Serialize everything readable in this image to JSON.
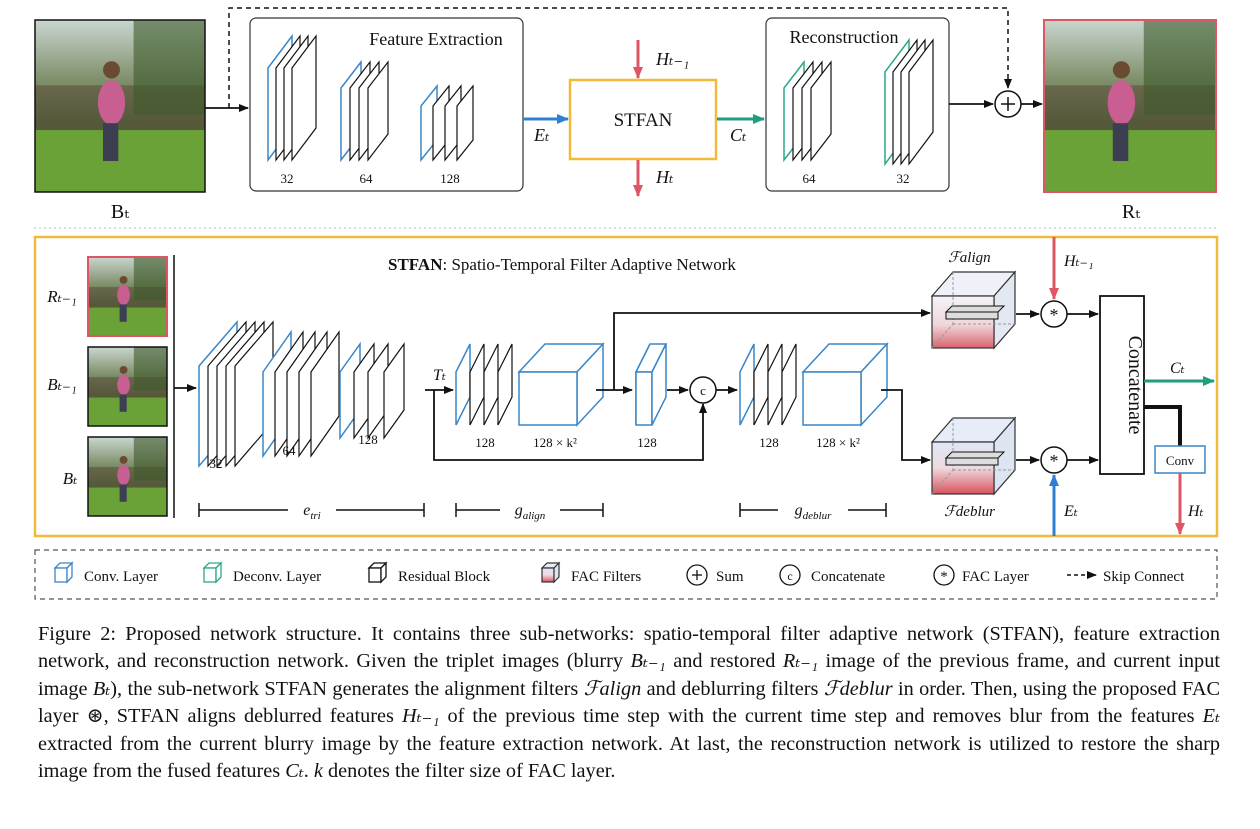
{
  "top": {
    "input_label": "Bₜ",
    "output_label": "Rₜ",
    "feature_extraction": {
      "title": "Feature Extraction",
      "channels": [
        "32",
        "64",
        "128"
      ]
    },
    "reconstruction": {
      "title": "Reconstruction",
      "channels": [
        "64",
        "32"
      ]
    },
    "stfan_box": "STFAN",
    "h_prev": "Hₜ₋₁",
    "h_t": "Hₜ",
    "e_t": "Eₜ",
    "c_t": "Cₜ"
  },
  "stfan": {
    "title_bold": "STFAN",
    "title_rest": ": Spatio-Temporal Filter Adaptive Network",
    "inputs": [
      "Rₜ₋₁",
      "Bₜ₋₁",
      "Bₜ"
    ],
    "channels": {
      "etri_1": "32",
      "etri_2": "64",
      "etri_3": "128",
      "align_1": "128",
      "align_2": "128 × k²",
      "mid": "128",
      "deblur_1": "128",
      "deblur_2": "128 × k²"
    },
    "t_t": "Tₜ",
    "f_align": "ℱalign",
    "f_deblur": "ℱdeblur",
    "h_prev": "Hₜ₋₁",
    "e_t": "Eₜ",
    "c_t": "Cₜ",
    "h_t": "Hₜ",
    "concatenate": "Concatenate",
    "conv": "Conv",
    "ranges": [
      "e_tri",
      "g_align",
      "g_deblur"
    ]
  },
  "legend": [
    {
      "icon": "conv-layer-icon",
      "label": "Conv. Layer"
    },
    {
      "icon": "deconv-layer-icon",
      "label": "Deconv. Layer"
    },
    {
      "icon": "residual-block-icon",
      "label": "Residual Block"
    },
    {
      "icon": "fac-filters-icon",
      "label": "FAC Filters"
    },
    {
      "icon": "sum-icon",
      "label": "Sum"
    },
    {
      "icon": "concatenate-icon",
      "label": "Concatenate"
    },
    {
      "icon": "fac-layer-icon",
      "label": "FAC Layer"
    },
    {
      "icon": "skip-connect-icon",
      "label": "Skip Connect"
    }
  ],
  "colors": {
    "conv": "#3a86c8",
    "deconv": "#2aa88a",
    "red": "#e05565",
    "yellow": "#f2b93b",
    "blue": "#2f7fd0",
    "teal": "#1f9e7e"
  },
  "caption": {
    "p1": "Figure 2: Proposed network structure. It contains three sub-networks: spatio-temporal filter adaptive network (STFAN), feature extraction network, and reconstruction network. Given the triplet images (blurry ",
    "m1": "Bₜ₋₁",
    "p2": " and restored ",
    "m2": "Rₜ₋₁",
    "p3": " image of the previous frame, and current input image ",
    "m3": "Bₜ",
    "p4": "), the sub-network STFAN generates the alignment filters ",
    "m4": "ℱalign",
    "p5": " and deblurring filters ",
    "m5": "ℱdeblur",
    "p6": " in order. Then, using the proposed FAC layer ⊛, STFAN aligns deblurred features ",
    "m6": "Hₜ₋₁",
    "p7": " of the previous time step with the current time step and removes blur from the features ",
    "m7": "Eₜ",
    "p8": " extracted from the current blurry image by the feature extraction network. At last, the reconstruction network is utilized to restore the sharp image from the fused features ",
    "m8": "Cₜ",
    "p9": ". ",
    "m9": "k",
    "p10": " denotes the filter size of FAC layer."
  }
}
